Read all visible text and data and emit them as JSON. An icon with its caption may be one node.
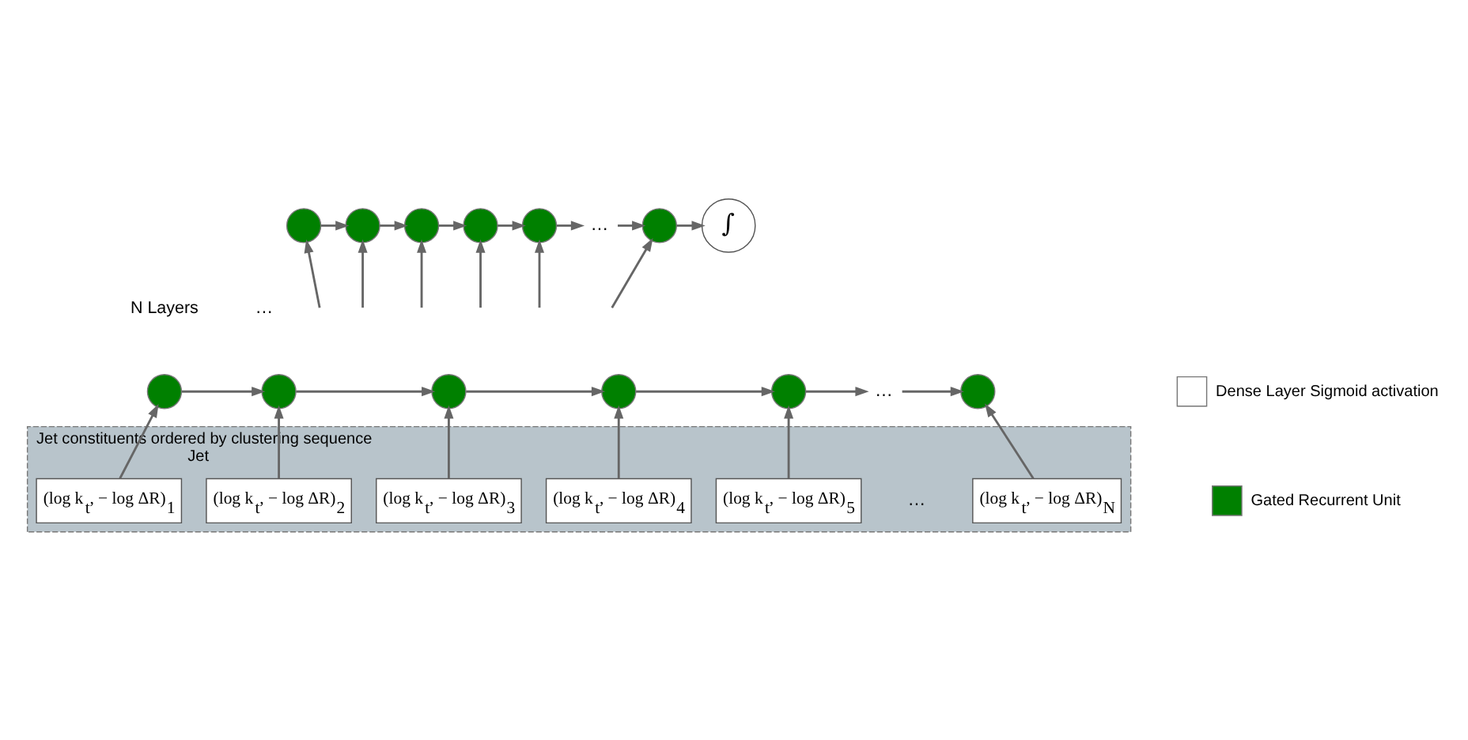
{
  "diagram": {
    "nodes": [
      {
        "text": [],
        "shape": "circle"
      },
      {
        "text": [],
        "shape": "circle"
      },
      {
        "text": [],
        "shape": "circle"
      },
      {
        "text": [],
        "shape": "circle"
      },
      {
        "text": [],
        "shape": "circle"
      },
      {
        "text": [
          "…"
        ]
      },
      {
        "text": [],
        "shape": "circle"
      },
      {
        "text": [
          "∫"
        ]
      },
      {
        "text": [],
        "shape": "circle"
      },
      {
        "text": [],
        "shape": "circle"
      },
      {
        "text": [],
        "shape": "circle"
      },
      {
        "text": [],
        "shape": "circle"
      },
      {
        "text": [],
        "shape": "circle"
      },
      {
        "text": [
          "…"
        ]
      },
      {
        "text": [],
        "shape": "circle"
      },
      {
        "text": [
          "Jet constituents ordered by clustering sequence",
          "Jet"
        ]
      },
      {
        "text": [
          "(log k$_{t}$, − log ΔR)$_{1}$"
        ],
        "in": 15
      },
      {
        "text": [
          "(log k$_{t}$, − log ΔR)$_{2}$"
        ],
        "in": 15
      },
      {
        "text": [
          "(log k$_{t}$, − log ΔR)$_{3}$"
        ],
        "in": 15
      },
      {
        "text": [
          "(log k$_{t}$, − log ΔR)$_{4}$"
        ],
        "in": 15
      },
      {
        "text": [
          "(log k$_{t}$, − log ΔR)$_{5}$"
        ],
        "in": 15
      },
      {
        "text": [
          "(log k$_{t}$, − log ΔR)$_{N}$"
        ],
        "in": 15
      }
    ],
    "edges": [
      {
        "from": 0,
        "to": 1,
        "arrow": "to"
      },
      {
        "from": 1,
        "to": 2,
        "arrow": "to"
      },
      {
        "from": 2,
        "to": 3,
        "arrow": "to"
      },
      {
        "from": 3,
        "to": 4,
        "arrow": "to"
      },
      {
        "from": 4,
        "to": 5,
        "arrow": "to"
      },
      {
        "from": 5,
        "to": 6,
        "arrow": "to"
      },
      {
        "from": 6,
        "to": 7,
        "arrow": "to"
      },
      {
        "from": null,
        "to": 0,
        "arrow": "to"
      },
      {
        "from": null,
        "to": 1,
        "arrow": "to"
      },
      {
        "from": null,
        "to": 2,
        "arrow": "to"
      },
      {
        "from": null,
        "to": 3,
        "arrow": "to"
      },
      {
        "from": null,
        "to": 4,
        "arrow": "to"
      },
      {
        "from": null,
        "to": 6,
        "arrow": "to"
      },
      {
        "from": 8,
        "to": 9,
        "arrow": "to"
      },
      {
        "from": 9,
        "to": 10,
        "arrow": "to"
      },
      {
        "from": 10,
        "to": 11,
        "arrow": "to"
      },
      {
        "from": 11,
        "to": 12,
        "arrow": "to"
      },
      {
        "from": 12,
        "to": 13,
        "arrow": "to"
      },
      {
        "from": 13,
        "to": 14,
        "arrow": "to"
      },
      {
        "from": 16,
        "to": 8,
        "arrow": "to"
      },
      {
        "from": 17,
        "to": 9,
        "arrow": "to"
      },
      {
        "from": 18,
        "to": 10,
        "arrow": "to"
      },
      {
        "from": 19,
        "to": 11,
        "arrow": "to"
      },
      {
        "from": 20,
        "to": 12,
        "arrow": "to"
      },
      {
        "from": 21,
        "to": 14,
        "arrow": "to"
      }
    ],
    "labels": [
      "N Layers",
      "…",
      "…"
    ],
    "legend": [
      {
        "text": "Dense Layer Sigmoid activation"
      },
      {
        "text": "Gated Recurrent Unit",
        "color": "#008000"
      }
    ]
  }
}
